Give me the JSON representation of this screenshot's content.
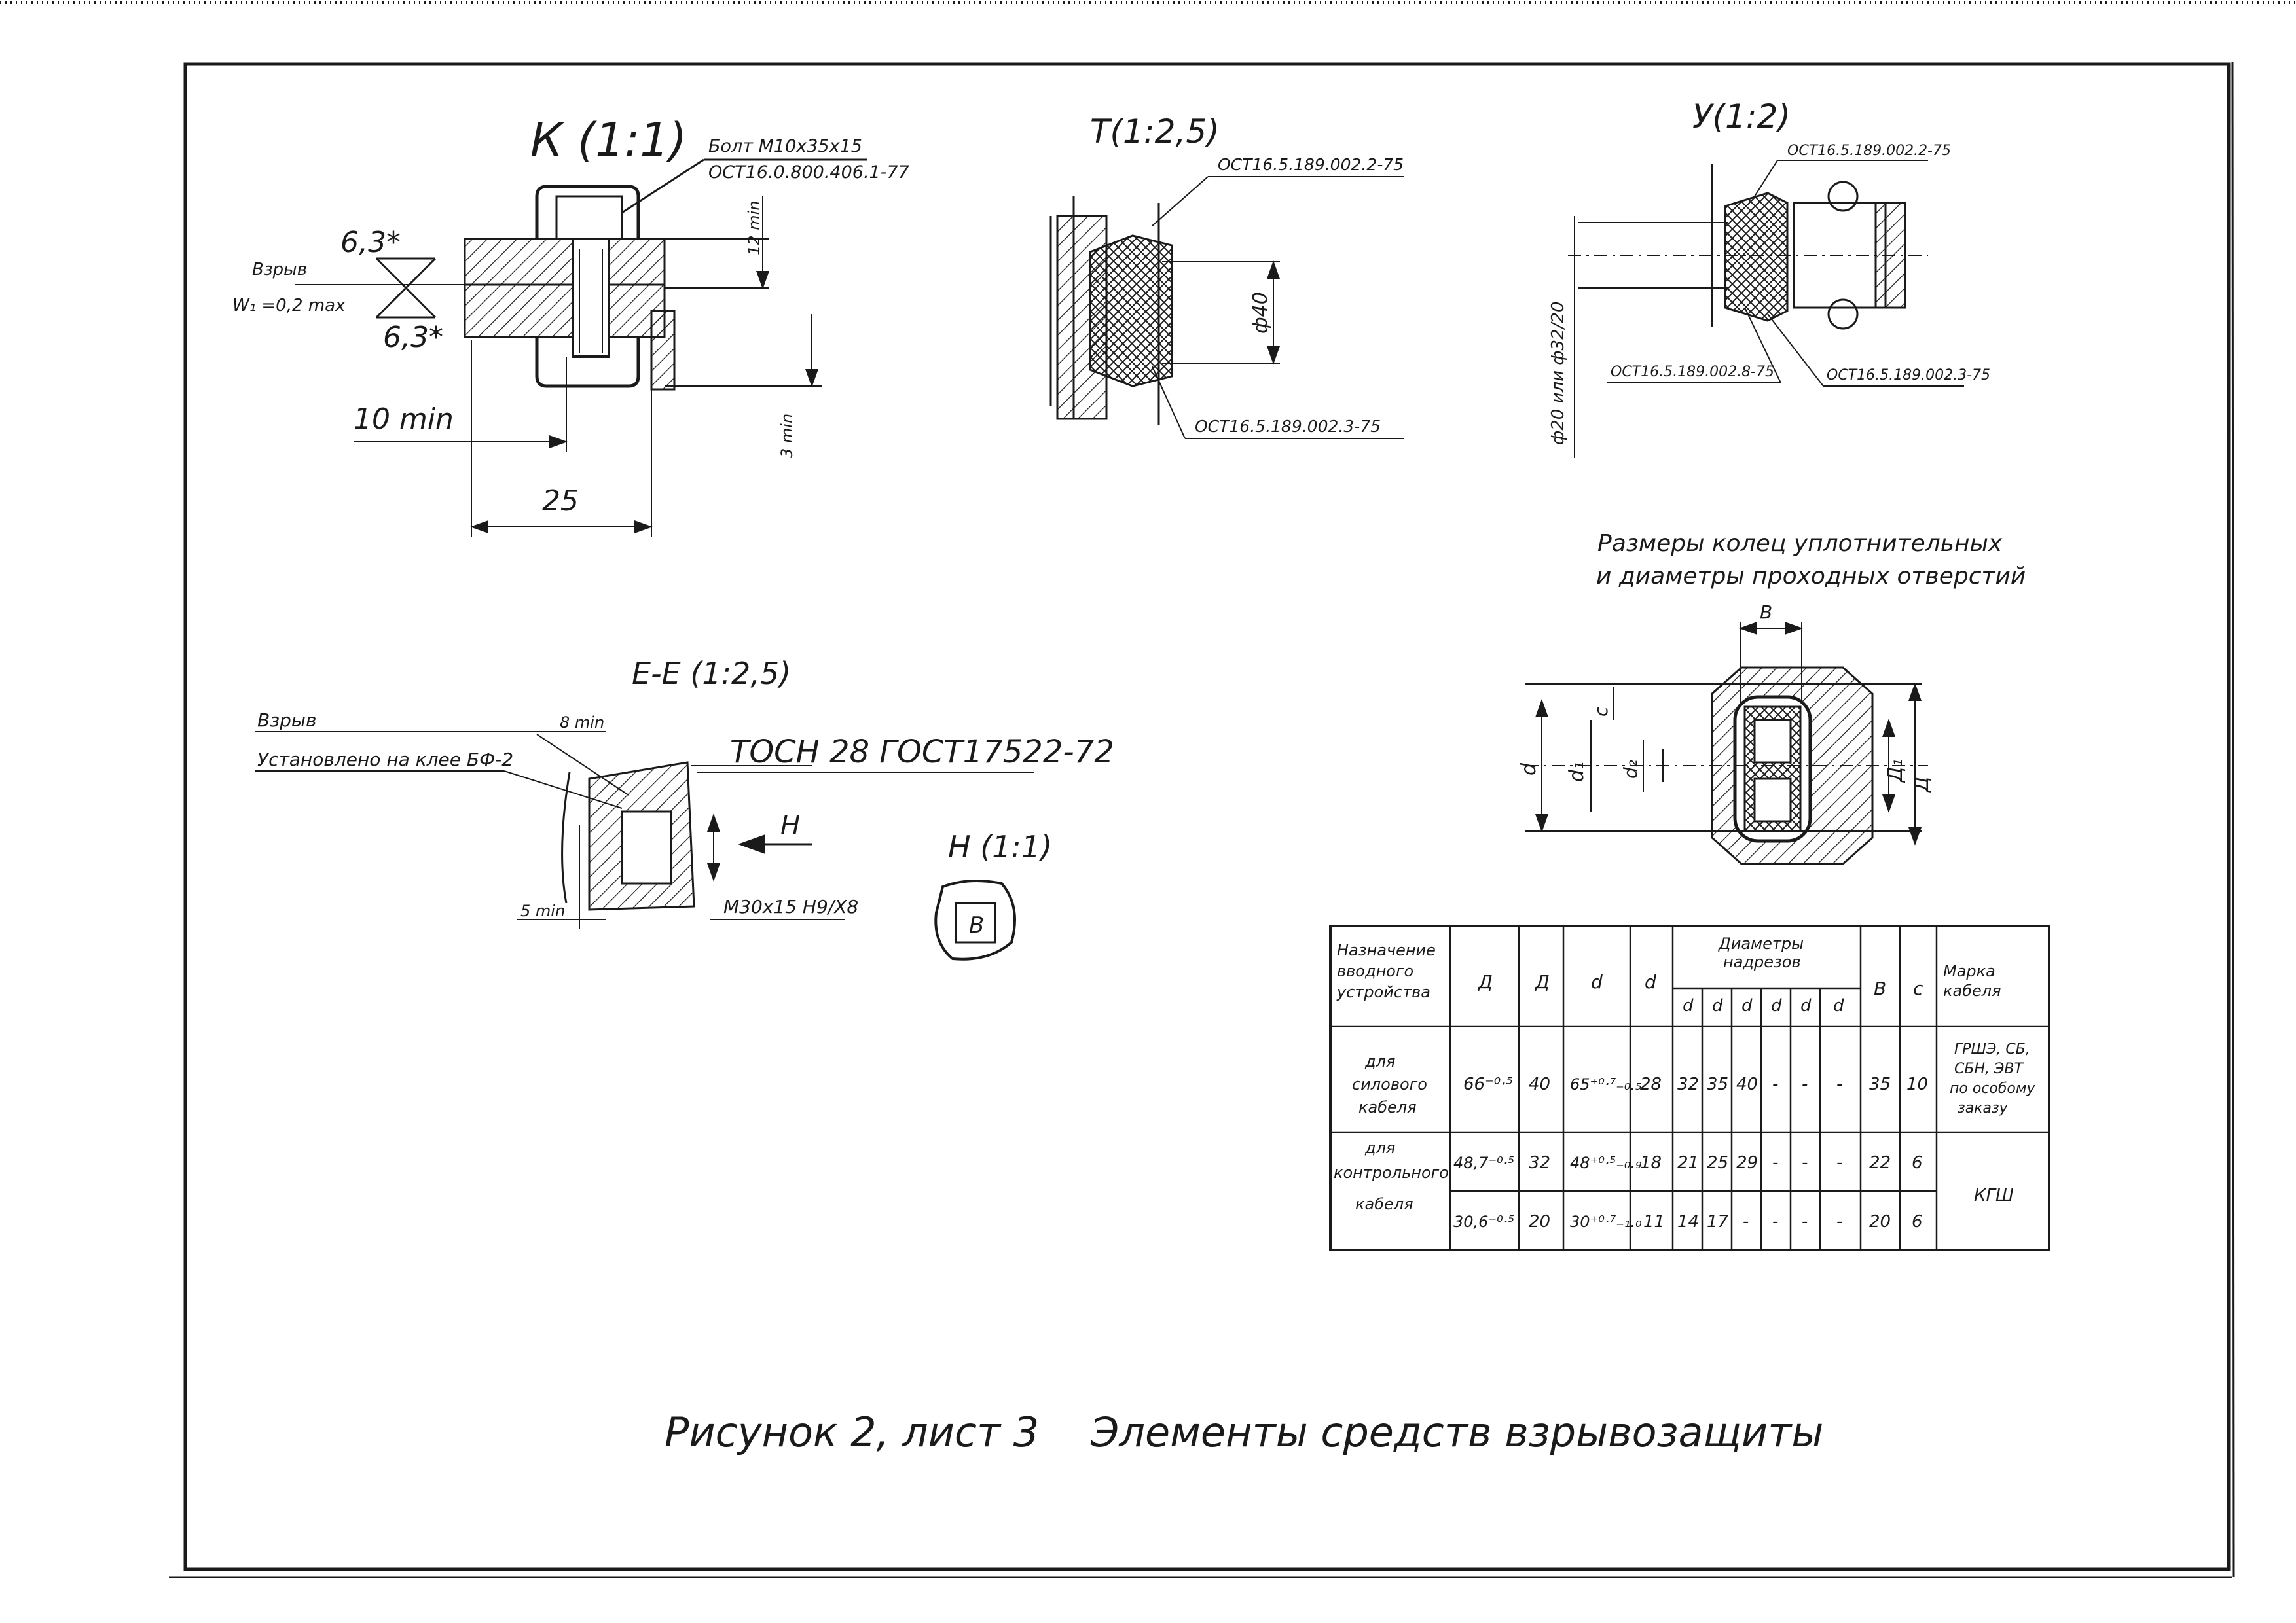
{
  "view_k": {
    "title": "К (1:1)",
    "bolt_line1": "Болт М10х35х15",
    "bolt_line2": "ОСТ16.0.800.406.1-77",
    "rough_top": "6,3*",
    "rough_bottom": "6,3*",
    "explosion": "Взрыв",
    "gap": "W₁ =0,2 max",
    "dim_12min": "12 min",
    "dim_3min": "3 min",
    "dim_10min": "10 min",
    "dim_25": "25"
  },
  "view_t": {
    "title": "Т(1:2,5)",
    "std_top": "ОСТ16.5.189.002.2-75",
    "dia": "ф40",
    "std_bottom": "ОСТ16.5.189.002.3-75"
  },
  "view_u": {
    "title": "У(1:2)",
    "std_top": "ОСТ16.5.189.002.2-75",
    "std_left": "ОСТ16.5.189.002.8-75",
    "std_right": "ОСТ16.5.189.002.3-75",
    "dia": "ф20 или ф32/20"
  },
  "ring_sizes": {
    "caption_line1": "Размеры колец уплотнительных",
    "caption_line2": "и диаметры проходных отверстий",
    "b": "B",
    "d": "d",
    "d1": "d₁",
    "d2": "d₂",
    "c": "c",
    "D1": "Д₁",
    "D": "Д"
  },
  "section_ee": {
    "title": "Е-Е (1:2,5)",
    "explosion": "Взрыв",
    "glue": "Установлено на клее БФ-2",
    "dim_8min": "8 min",
    "dim_5min": "5 min",
    "nut": "ТОСН 28 ГОСТ17522-72",
    "thread": "М30х15 Н9/Х8",
    "arrow": "Н"
  },
  "view_h": {
    "title": "Н (1:1)",
    "letter": "В"
  },
  "table": {
    "h_purpose": [
      "Назначение",
      "вводного",
      "устройства"
    ],
    "h_D": "Д",
    "h_L": "Д",
    "h_d": "d",
    "h_d2": "d",
    "h_cut": [
      "Диаметры",
      "надрезов"
    ],
    "h_sub": [
      "d",
      "d",
      "d",
      "d",
      "d",
      "d"
    ],
    "h_B": "В",
    "h_c": "c",
    "h_mark": [
      "Марка",
      "кабеля"
    ],
    "row1": {
      "purpose": [
        "для",
        "силового",
        "кабеля"
      ],
      "D": "66⁻⁰·⁵",
      "L": "40",
      "d": "65⁺⁰·⁷₋₀.₅",
      "d2": "28",
      "cuts": [
        "32",
        "35",
        "40",
        "-",
        "-",
        "-"
      ],
      "B": "35",
      "c": "10",
      "mark": [
        "ГРШЭ, СБ,",
        "СБН, ЭВТ",
        "по особому",
        "заказу"
      ]
    },
    "row2": {
      "purpose": [
        "для",
        "контрольного",
        "кабеля"
      ],
      "D": "48,7⁻⁰·⁵",
      "L": "32",
      "d": "48⁺⁰·⁵₋₀.₉",
      "d2": "18",
      "cuts": [
        "21",
        "25",
        "29",
        "-",
        "-",
        "-"
      ],
      "B": "22",
      "c": "6"
    },
    "row3": {
      "D": "30,6⁻⁰·⁵",
      "L": "20",
      "d": "30⁺⁰·⁷₋₁.₀",
      "d2": "11",
      "cuts": [
        "14",
        "17",
        "-",
        "-",
        "-",
        "-"
      ],
      "B": "20",
      "c": "6",
      "mark": "КГШ"
    }
  },
  "caption": "Рисунок 2, лист 3    Элементы средств взрывозащиты"
}
